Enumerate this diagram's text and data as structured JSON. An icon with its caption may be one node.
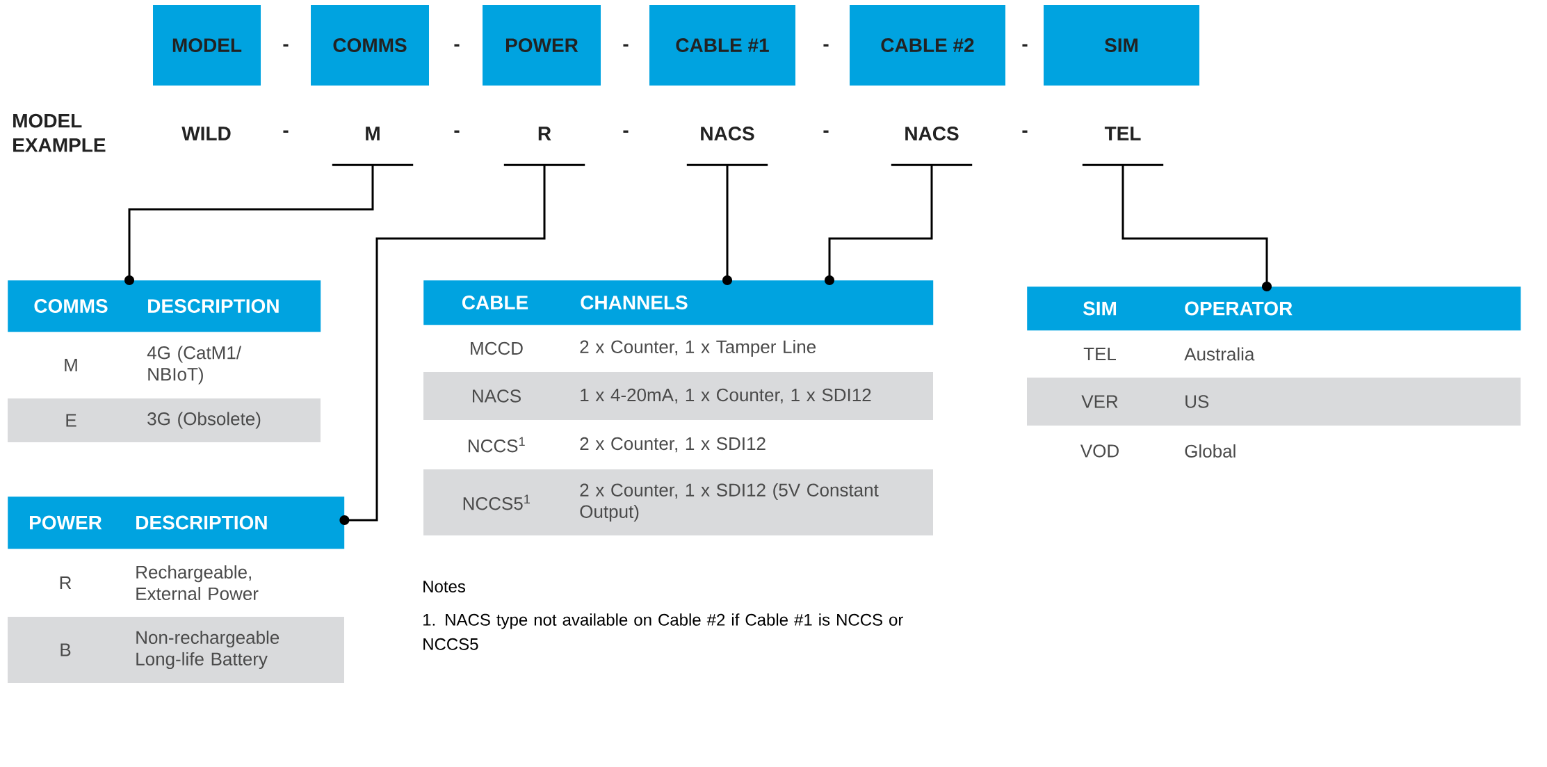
{
  "diagram": {
    "nodes": [
      {
        "text": [
          "MODEL"
        ]
      },
      {
        "text": [
          "COMMS"
        ]
      },
      {
        "text": [
          "POWER"
        ]
      },
      {
        "text": [
          "CABLE #1"
        ]
      },
      {
        "text": [
          "CABLE #2"
        ]
      },
      {
        "text": [
          "SIM"
        ]
      },
      {
        "text": [
          "WILD"
        ]
      },
      {
        "text": [
          "M"
        ]
      },
      {
        "text": [
          "R"
        ]
      },
      {
        "text": [
          "NACS"
        ]
      },
      {
        "text": [
          "NACS"
        ]
      },
      {
        "text": [
          "TEL"
        ]
      },
      {
        "text": [
          "COMMS",
          "DESCRIPTION"
        ]
      },
      {
        "text": [
          "POWER",
          "DESCRIPTION"
        ]
      },
      {
        "text": [
          "CABLE",
          "CHANNELS"
        ]
      },
      {
        "text": [
          "SIM",
          "OPERATOR"
        ]
      }
    ],
    "edges": [
      {
        "from": 7,
        "to": 12,
        "arrow": "other"
      },
      {
        "from": 8,
        "to": 13,
        "arrow": "other"
      },
      {
        "from": 9,
        "to": 14,
        "arrow": "other"
      },
      {
        "from": 10,
        "to": 14,
        "arrow": "other"
      },
      {
        "from": 11,
        "to": 15,
        "arrow": "other"
      }
    ],
    "labels": [
      "-",
      "-",
      "-",
      "-",
      "-",
      "MODEL EXAMPLE",
      "-",
      "-",
      "-",
      "-",
      "-",
      "M",
      "4G (CatM1/ NBIoT)",
      "E",
      "3G (Obsolete)",
      "MCCD",
      "2 x Counter, 1 x Tamper Line",
      "NACS",
      "1 x 4-20mA, 1 x Counter, 1 x SDI12",
      "NCCS$^{1}$",
      "2 x Counter, 1 x SDI12",
      "NCCS5$^{1}$",
      "2 x Counter, 1 x SDI12 (5V Constant Output)",
      "TEL",
      "Australia",
      "VER",
      "US",
      "VOD",
      "Global",
      "R",
      "Rechargeable, External Power",
      "B",
      "Non-rechargeable Long-life Battery",
      "Notes",
      "1. NACS type not available on Cable #2 if Cable #1 is NCCS or NCCS5"
    ]
  }
}
